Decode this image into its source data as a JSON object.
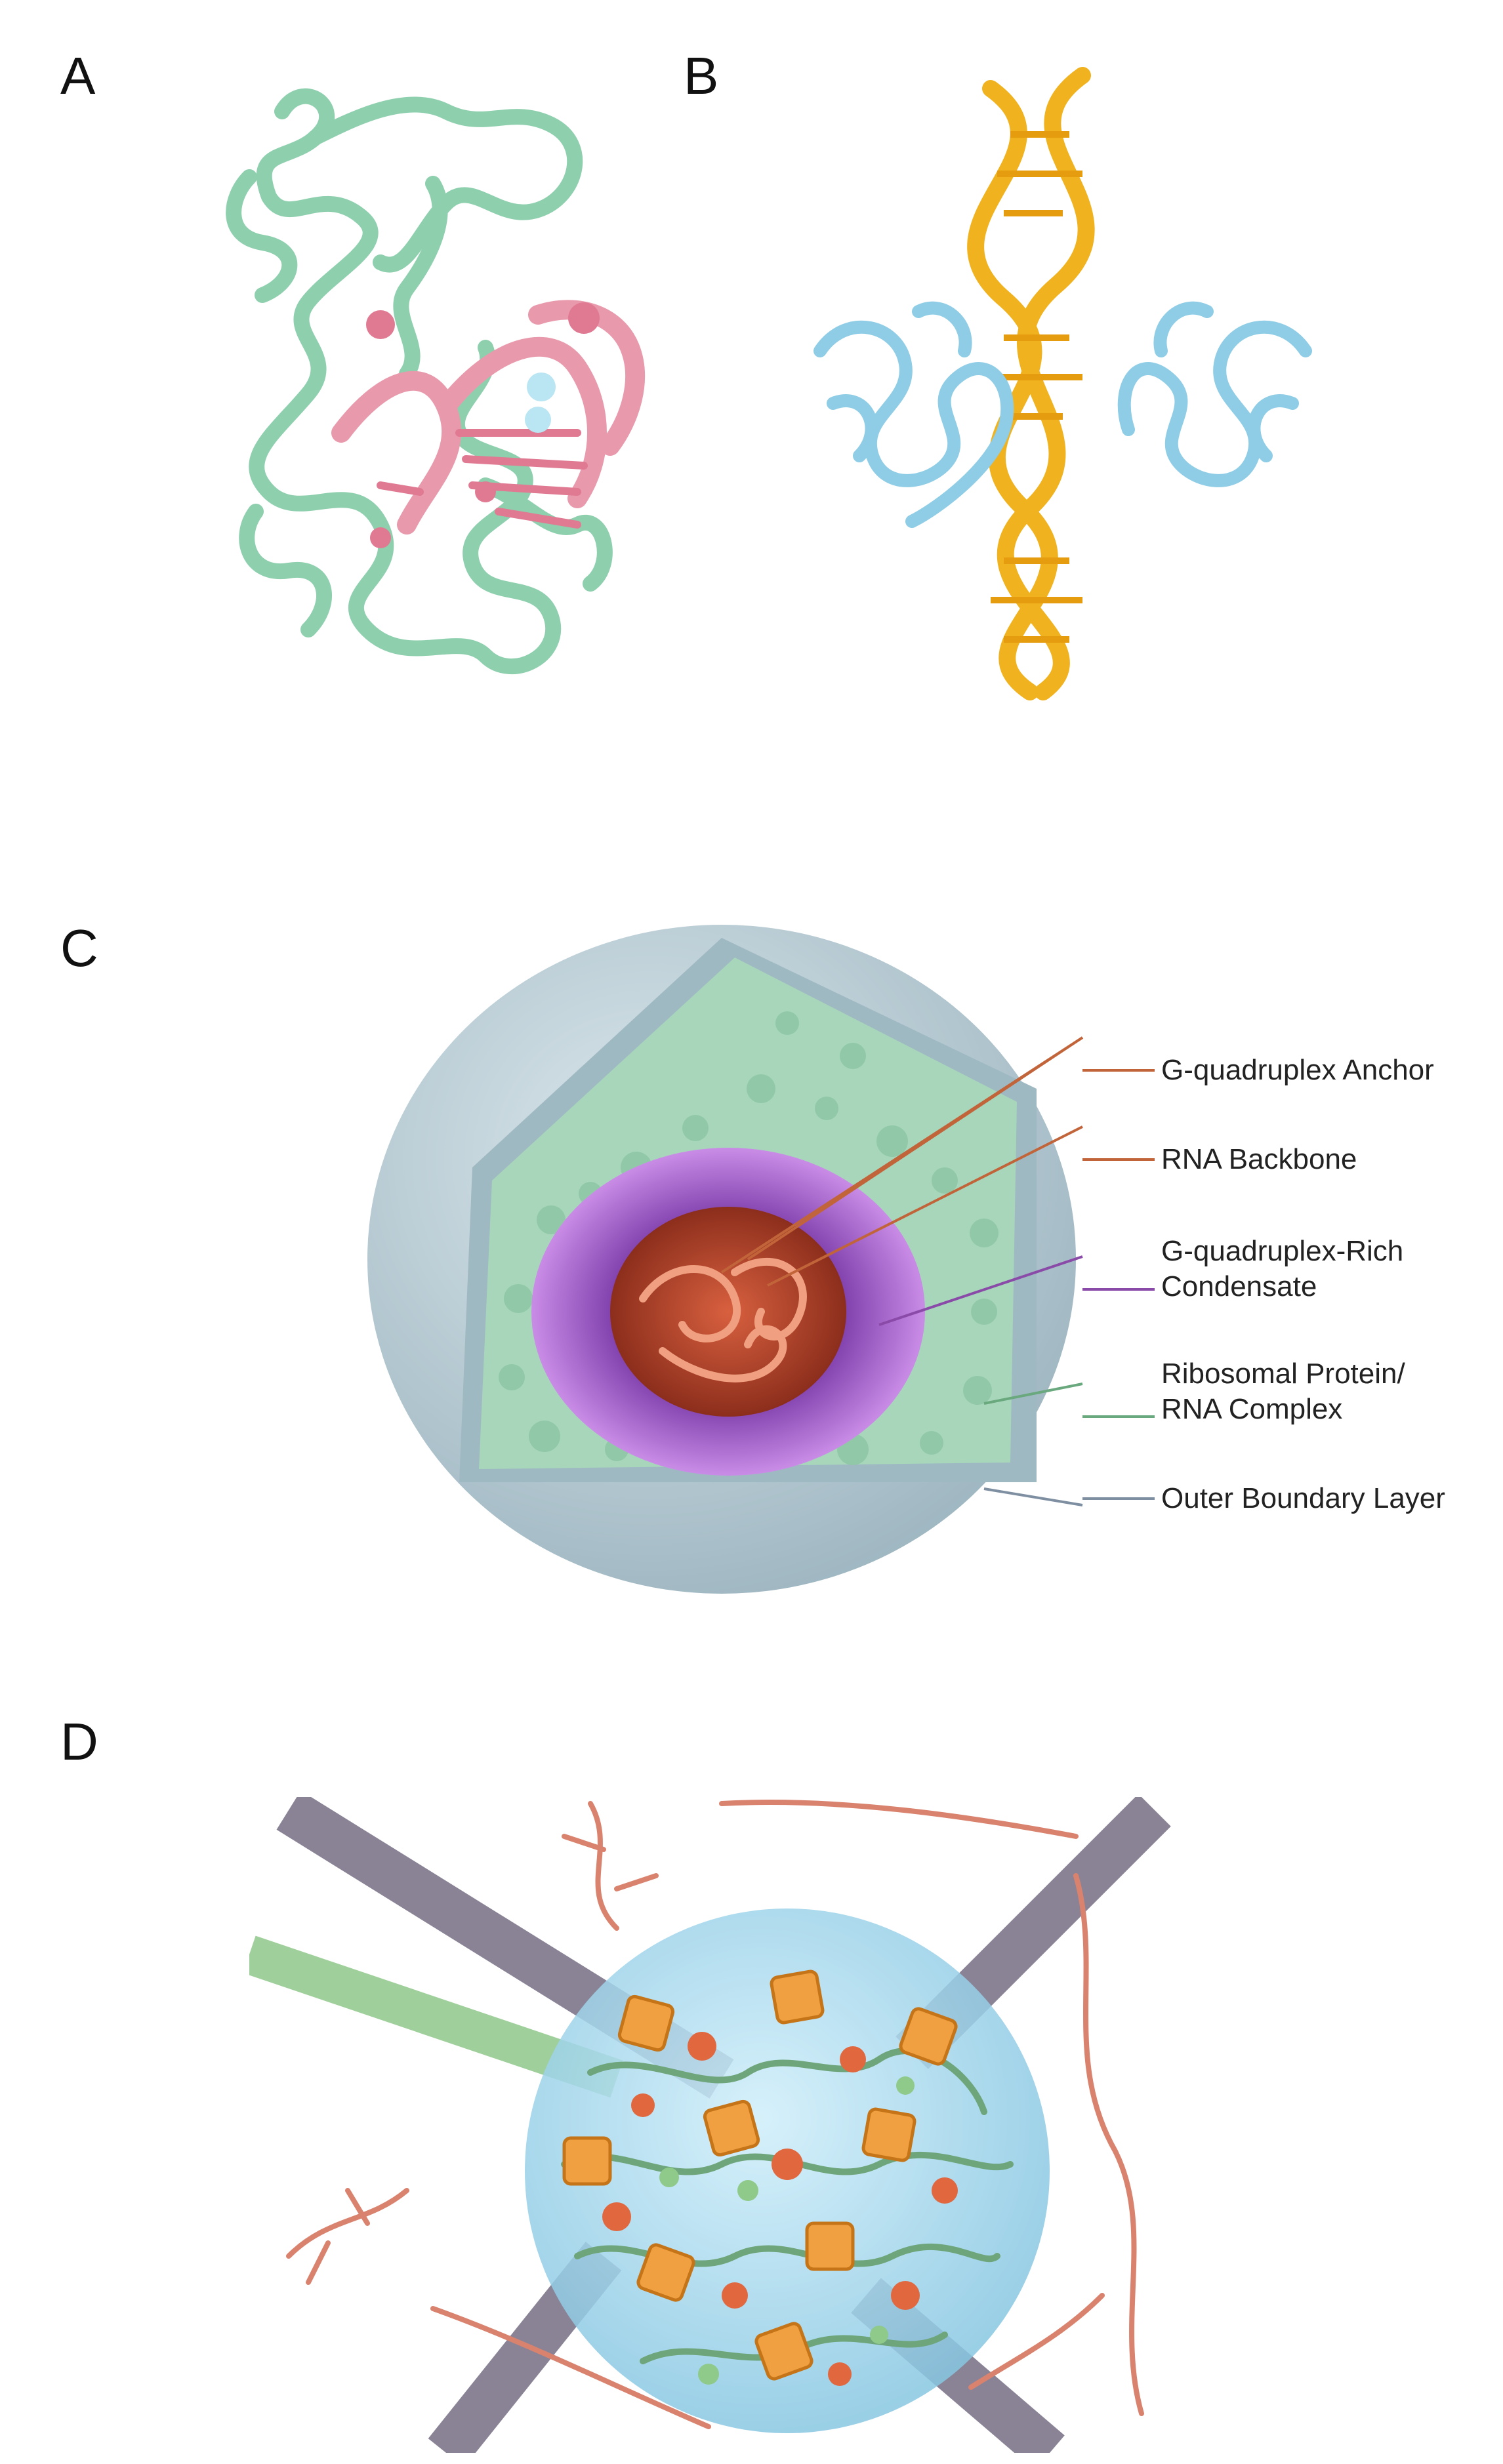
{
  "panels": {
    "a": {
      "letter": "A"
    },
    "b": {
      "letter": "B"
    },
    "c": {
      "letter": "C",
      "labels": {
        "g4_anchor": "G-quadruplex Anchor",
        "rna_backbone": "RNA Backbone",
        "g4_rich_line1": "G-quadruplex-Rich",
        "g4_rich_line2": "Condensate",
        "ribo_line1": "Ribosomal Protein/",
        "ribo_line2": "RNA Complex",
        "outer_boundary": "Outer Boundary Layer"
      }
    },
    "d": {
      "letter": "D"
    }
  },
  "colors": {
    "protein_green": "#8ecfae",
    "rna_pink": "#e89aac",
    "dna_gold": "#f0b21e",
    "protein_blue": "#8fcde6",
    "shell_blue": "#b9cdd6",
    "granule_green": "#a7d6bb",
    "condensate_purple": "#9a4fc0",
    "core_red": "#b8492f",
    "filament_gray": "#8a8396",
    "filament_green": "#9fcf9a",
    "droplet_blue": "#a9d9ee",
    "g4_orange": "#f0a040"
  }
}
